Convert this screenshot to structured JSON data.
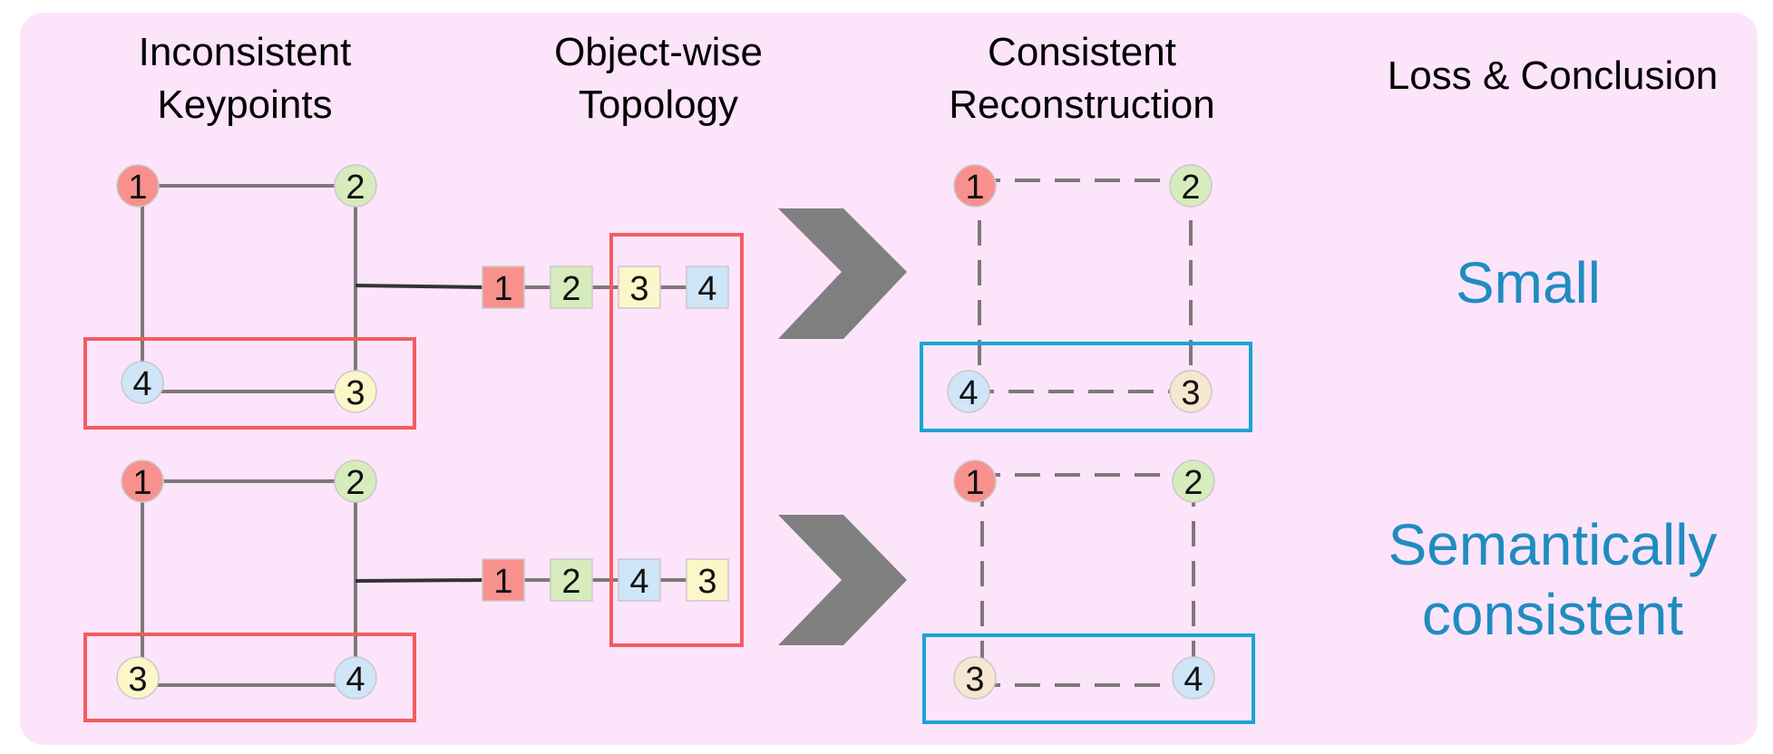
{
  "headers": {
    "col1": [
      "Inconsistent",
      "Keypoints"
    ],
    "col2": [
      "Object-wise",
      "Topology"
    ],
    "col3": [
      "Consistent",
      "Reconstruction"
    ],
    "col4": "Loss & Conclusion"
  },
  "results": {
    "top": "Small",
    "bottom": [
      "Semantically",
      "consistent"
    ]
  },
  "node_colors": {
    "1": "#f8918d",
    "2": "#d6ecbd",
    "3": "#fdf6c9",
    "3_alt": "#f7e6d2",
    "4": "#cfe5f8"
  },
  "accent_colors": {
    "keypoint_box": "#f45c60",
    "reconstruction_box": "#1ba3d6",
    "result_text": "#1f8cbf",
    "panel": "#fce4fb",
    "arrow": "#7f7f7f"
  },
  "keypoints_top": {
    "top_left": "1",
    "top_right": "2",
    "bottom_left": "4",
    "bottom_right": "3"
  },
  "keypoints_bottom": {
    "top_left": "1",
    "top_right": "2",
    "bottom_left": "3",
    "bottom_right": "4"
  },
  "topology_top": [
    "1",
    "2",
    "3",
    "4"
  ],
  "topology_bottom": [
    "1",
    "2",
    "4",
    "3"
  ],
  "reconstruction_top": {
    "top_left": "1",
    "top_right": "2",
    "bottom_left": "4",
    "bottom_right": "3"
  },
  "reconstruction_bottom": {
    "top_left": "1",
    "top_right": "2",
    "bottom_left": "3",
    "bottom_right": "4"
  }
}
